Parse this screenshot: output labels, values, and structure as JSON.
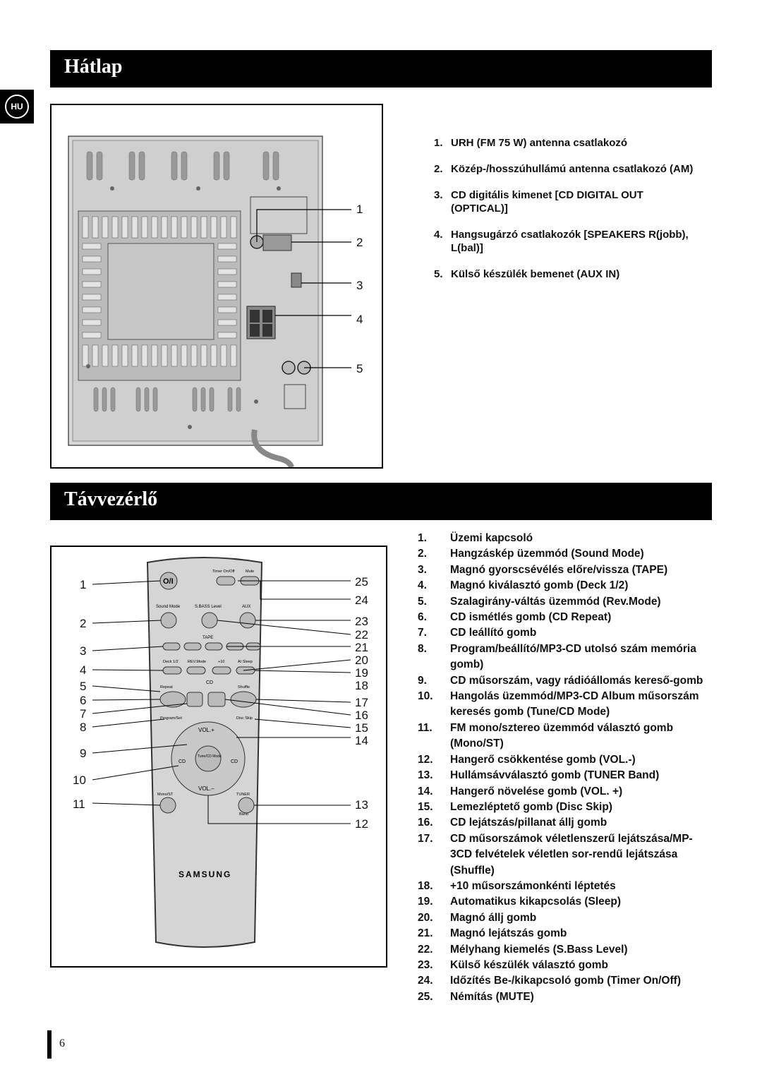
{
  "language_tab": "HU",
  "section1": {
    "title": "Hátlap",
    "callouts": [
      "1",
      "2",
      "3",
      "4",
      "5"
    ],
    "items": [
      {
        "num": "1.",
        "text": "URH (FM 75 W) antenna csatlakozó"
      },
      {
        "num": "2.",
        "text": "Közép-/hosszúhullámú antenna csatlakozó (AM)"
      },
      {
        "num": "3.",
        "text": "CD digitális kimenet [CD DIGITAL OUT (OPTICAL)]"
      },
      {
        "num": "4.",
        "text": "Hangsugárzó csatlakozók [SPEAKERS R(jobb), L(bal)]"
      },
      {
        "num": "5.",
        "text": "Külső készülék bemenet (AUX IN)"
      }
    ]
  },
  "section2": {
    "title": "Távvezérlő",
    "callouts_left": [
      "1",
      "2",
      "3",
      "4",
      "5",
      "6",
      "7",
      "8",
      "9",
      "10",
      "11"
    ],
    "callouts_right": [
      "25",
      "24",
      "23",
      "22",
      "21",
      "20",
      "19",
      "18",
      "17",
      "16",
      "15",
      "14",
      "13",
      "12"
    ],
    "remote": {
      "brand": "SAMSUNG",
      "labels": {
        "timer": "Timer On/Off",
        "mute": "Mute",
        "sound_mode": "Sound Mode",
        "sbass": "S.BASS Level",
        "aux": "AUX",
        "tape": "TAPE",
        "deck": "Deck 1/2",
        "rev": "REV.Mode",
        "plus10": "+10",
        "sleep": "AI Sleep",
        "cd": "CD",
        "repeat": "Repeat",
        "shuffle": "Shuffle",
        "program": "Program/Set",
        "disc_skip": "Disc Skip",
        "vol_up": "VOL.+",
        "vol_down": "VOL.–",
        "tune": "Tune/CD Mode",
        "mono": "Mono/ST",
        "tuner": "TUNER",
        "band": "Band"
      }
    },
    "items": [
      {
        "num": "1.",
        "text": "Üzemi kapcsoló"
      },
      {
        "num": "2.",
        "text": "Hangzáskép üzemmód (Sound Mode)"
      },
      {
        "num": "3.",
        "text": "Magnó gyorscsévélés előre/vissza (TAPE)"
      },
      {
        "num": "4.",
        "text": "Magnó kiválasztó gomb (Deck 1/2)"
      },
      {
        "num": "5.",
        "text": "Szalagirány-váltás üzemmód (Rev.Mode)"
      },
      {
        "num": "6.",
        "text": "CD ismétlés gomb (CD Repeat)"
      },
      {
        "num": "7.",
        "text": "CD leállító gomb"
      },
      {
        "num": "8.",
        "text": "Program/beállító/MP3-CD utolsó szám memória gomb)"
      },
      {
        "num": "9.",
        "text": "CD műsorszám, vagy rádióállomás kereső-gomb"
      },
      {
        "num": "10.",
        "text": "Hangolás üzemmód/MP3-CD Album műsorszám keresés gomb (Tune/CD Mode)"
      },
      {
        "num": "11.",
        "text": "FM mono/sztereo üzemmód választó gomb (Mono/ST)"
      },
      {
        "num": "12.",
        "text": "Hangerő csökkentése gomb (VOL.-)"
      },
      {
        "num": "13.",
        "text": "Hullámsávválasztó gomb (TUNER Band)"
      },
      {
        "num": "14.",
        "text": "Hangerő növelése gomb (VOL. +)"
      },
      {
        "num": "15.",
        "text": "Lemezléptető gomb (Disc Skip)"
      },
      {
        "num": "16.",
        "text": "CD lejátszás/pillanat állj gomb"
      },
      {
        "num": "17.",
        "text": "CD műsorszámok véletlenszerű lejátszása/MP-3CD felvételek véletlen sor-rendű lejátszása (Shuffle)"
      },
      {
        "num": "18.",
        "text": "+10 műsorszámonkénti léptetés"
      },
      {
        "num": "19.",
        "text": "Automatikus kikapcsolás (Sleep)"
      },
      {
        "num": "20.",
        "text": "Magnó állj gomb"
      },
      {
        "num": "21.",
        "text": "Magnó lejátszás gomb"
      },
      {
        "num": "22.",
        "text": "Mélyhang kiemelés (S.Bass Level)"
      },
      {
        "num": "23.",
        "text": "Külső készülék választó gomb"
      },
      {
        "num": "24.",
        "text": "Időzítés Be-/kikapcsoló gomb (Timer On/Off)"
      },
      {
        "num": "25.",
        "text": "Némítás (MUTE)"
      }
    ]
  },
  "page_number": "6"
}
